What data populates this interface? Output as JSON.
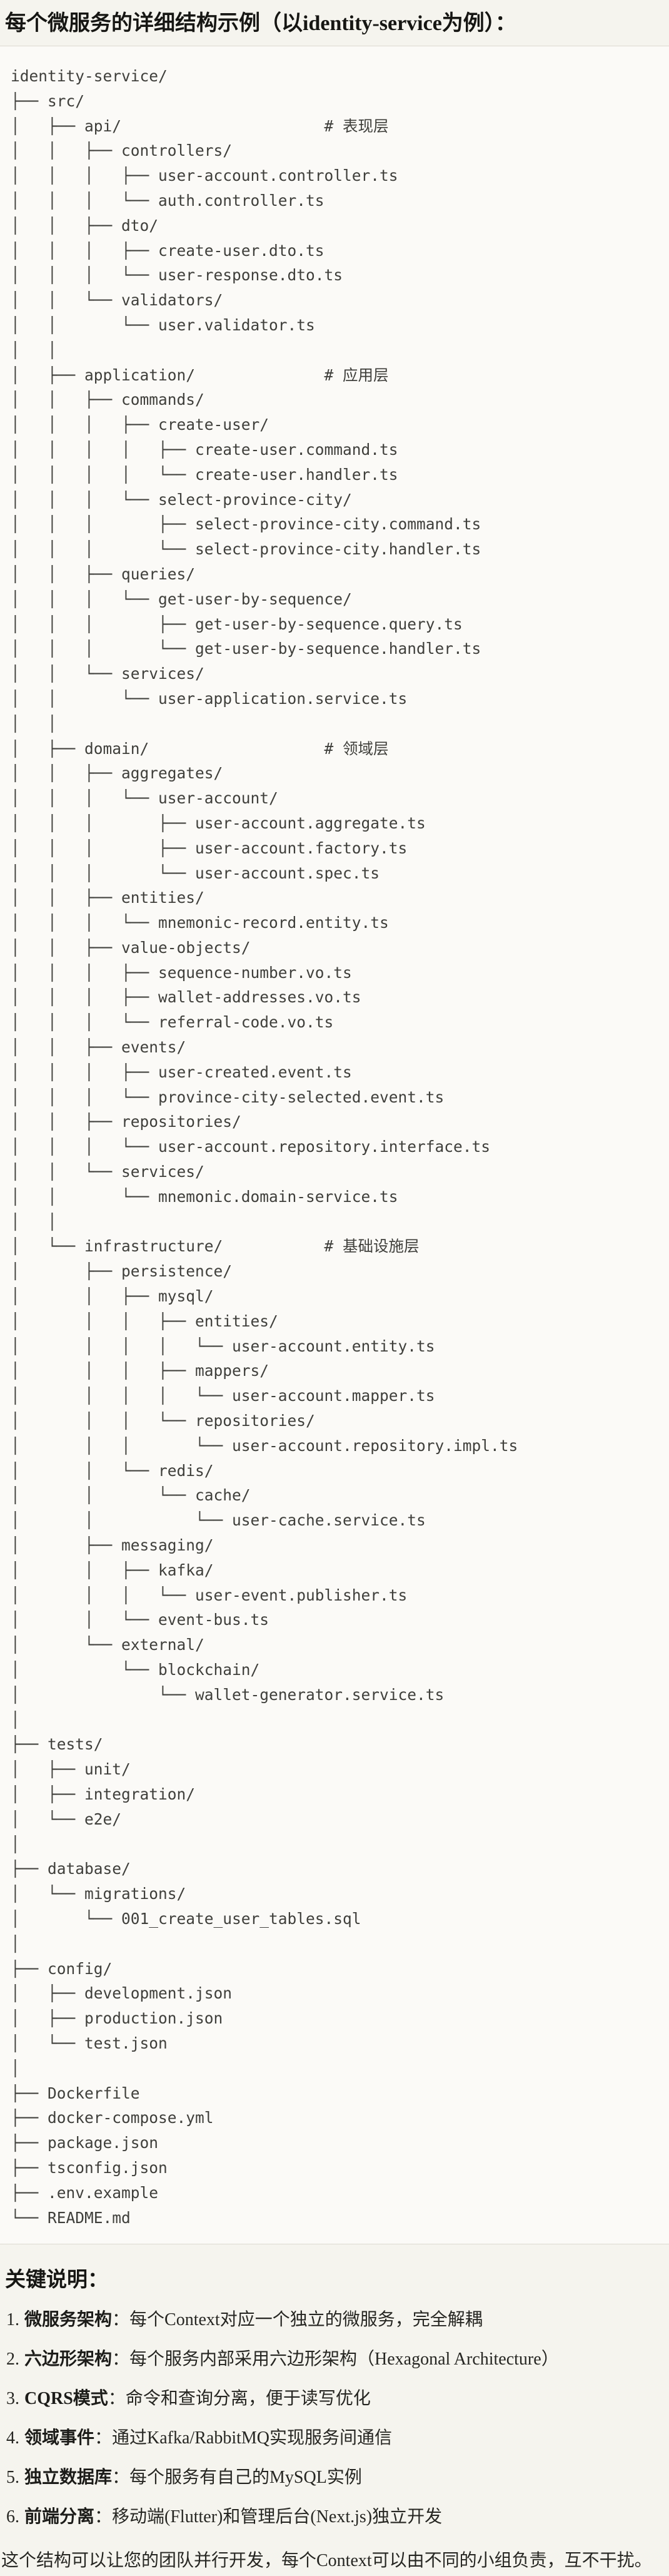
{
  "page": {
    "title": "每个微服务的详细结构示例（以identity-service为例）：",
    "colors": {
      "page_background": "#f5f4ee",
      "code_background": "#fbfaf7",
      "code_border": "#dcd9d1",
      "code_text": "#3f3f3b",
      "heading_text": "#161613",
      "body_text": "#262622"
    }
  },
  "tree": {
    "lines": [
      "identity-service/",
      "├── src/",
      "│   ├── api/                      # 表现层",
      "│   │   ├── controllers/",
      "│   │   │   ├── user-account.controller.ts",
      "│   │   │   └── auth.controller.ts",
      "│   │   ├── dto/",
      "│   │   │   ├── create-user.dto.ts",
      "│   │   │   └── user-response.dto.ts",
      "│   │   └── validators/",
      "│   │       └── user.validator.ts",
      "│   │",
      "│   ├── application/              # 应用层",
      "│   │   ├── commands/",
      "│   │   │   ├── create-user/",
      "│   │   │   │   ├── create-user.command.ts",
      "│   │   │   │   └── create-user.handler.ts",
      "│   │   │   └── select-province-city/",
      "│   │   │       ├── select-province-city.command.ts",
      "│   │   │       └── select-province-city.handler.ts",
      "│   │   ├── queries/",
      "│   │   │   └── get-user-by-sequence/",
      "│   │   │       ├── get-user-by-sequence.query.ts",
      "│   │   │       └── get-user-by-sequence.handler.ts",
      "│   │   └── services/",
      "│   │       └── user-application.service.ts",
      "│   │",
      "│   ├── domain/                   # 领域层",
      "│   │   ├── aggregates/",
      "│   │   │   └── user-account/",
      "│   │   │       ├── user-account.aggregate.ts",
      "│   │   │       ├── user-account.factory.ts",
      "│   │   │       └── user-account.spec.ts",
      "│   │   ├── entities/",
      "│   │   │   └── mnemonic-record.entity.ts",
      "│   │   ├── value-objects/",
      "│   │   │   ├── sequence-number.vo.ts",
      "│   │   │   ├── wallet-addresses.vo.ts",
      "│   │   │   └── referral-code.vo.ts",
      "│   │   ├── events/",
      "│   │   │   ├── user-created.event.ts",
      "│   │   │   └── province-city-selected.event.ts",
      "│   │   ├── repositories/",
      "│   │   │   └── user-account.repository.interface.ts",
      "│   │   └── services/",
      "│   │       └── mnemonic.domain-service.ts",
      "│   │",
      "│   └── infrastructure/           # 基础设施层",
      "│       ├── persistence/",
      "│       │   ├── mysql/",
      "│       │   │   ├── entities/",
      "│       │   │   │   └── user-account.entity.ts",
      "│       │   │   ├── mappers/",
      "│       │   │   │   └── user-account.mapper.ts",
      "│       │   │   └── repositories/",
      "│       │   │       └── user-account.repository.impl.ts",
      "│       │   └── redis/",
      "│       │       └── cache/",
      "│       │           └── user-cache.service.ts",
      "│       ├── messaging/",
      "│       │   ├── kafka/",
      "│       │   │   └── user-event.publisher.ts",
      "│       │   └── event-bus.ts",
      "│       └── external/",
      "│           └── blockchain/",
      "│               └── wallet-generator.service.ts",
      "│",
      "├── tests/",
      "│   ├── unit/",
      "│   ├── integration/",
      "│   └── e2e/",
      "│",
      "├── database/",
      "│   └── migrations/",
      "│       └── 001_create_user_tables.sql",
      "│",
      "├── config/",
      "│   ├── development.json",
      "│   ├── production.json",
      "│   └── test.json",
      "│",
      "├── Dockerfile",
      "├── docker-compose.yml",
      "├── package.json",
      "├── tsconfig.json",
      "├── .env.example",
      "└── README.md"
    ]
  },
  "notes": {
    "heading": "关键说明：",
    "items": [
      {
        "num": "1.",
        "term": "微服务架构",
        "sep": "：",
        "desc": "每个Context对应一个独立的微服务，完全解耦"
      },
      {
        "num": "2.",
        "term": "六边形架构",
        "sep": "：",
        "desc": "每个服务内部采用六边形架构（Hexagonal Architecture）"
      },
      {
        "num": "3.",
        "term": "CQRS模式",
        "sep": "：",
        "desc": "命令和查询分离，便于读写优化"
      },
      {
        "num": "4.",
        "term": "领域事件",
        "sep": "：",
        "desc": "通过Kafka/RabbitMQ实现服务间通信"
      },
      {
        "num": "5.",
        "term": "独立数据库",
        "sep": "：",
        "desc": "每个服务有自己的MySQL实例"
      },
      {
        "num": "6.",
        "term": "前端分离",
        "sep": "：",
        "desc": "移动端(Flutter)和管理后台(Next.js)独立开发"
      }
    ],
    "footer": "这个结构可以让您的团队并行开发，每个Context可以由不同的小组负责，互不干扰。"
  }
}
